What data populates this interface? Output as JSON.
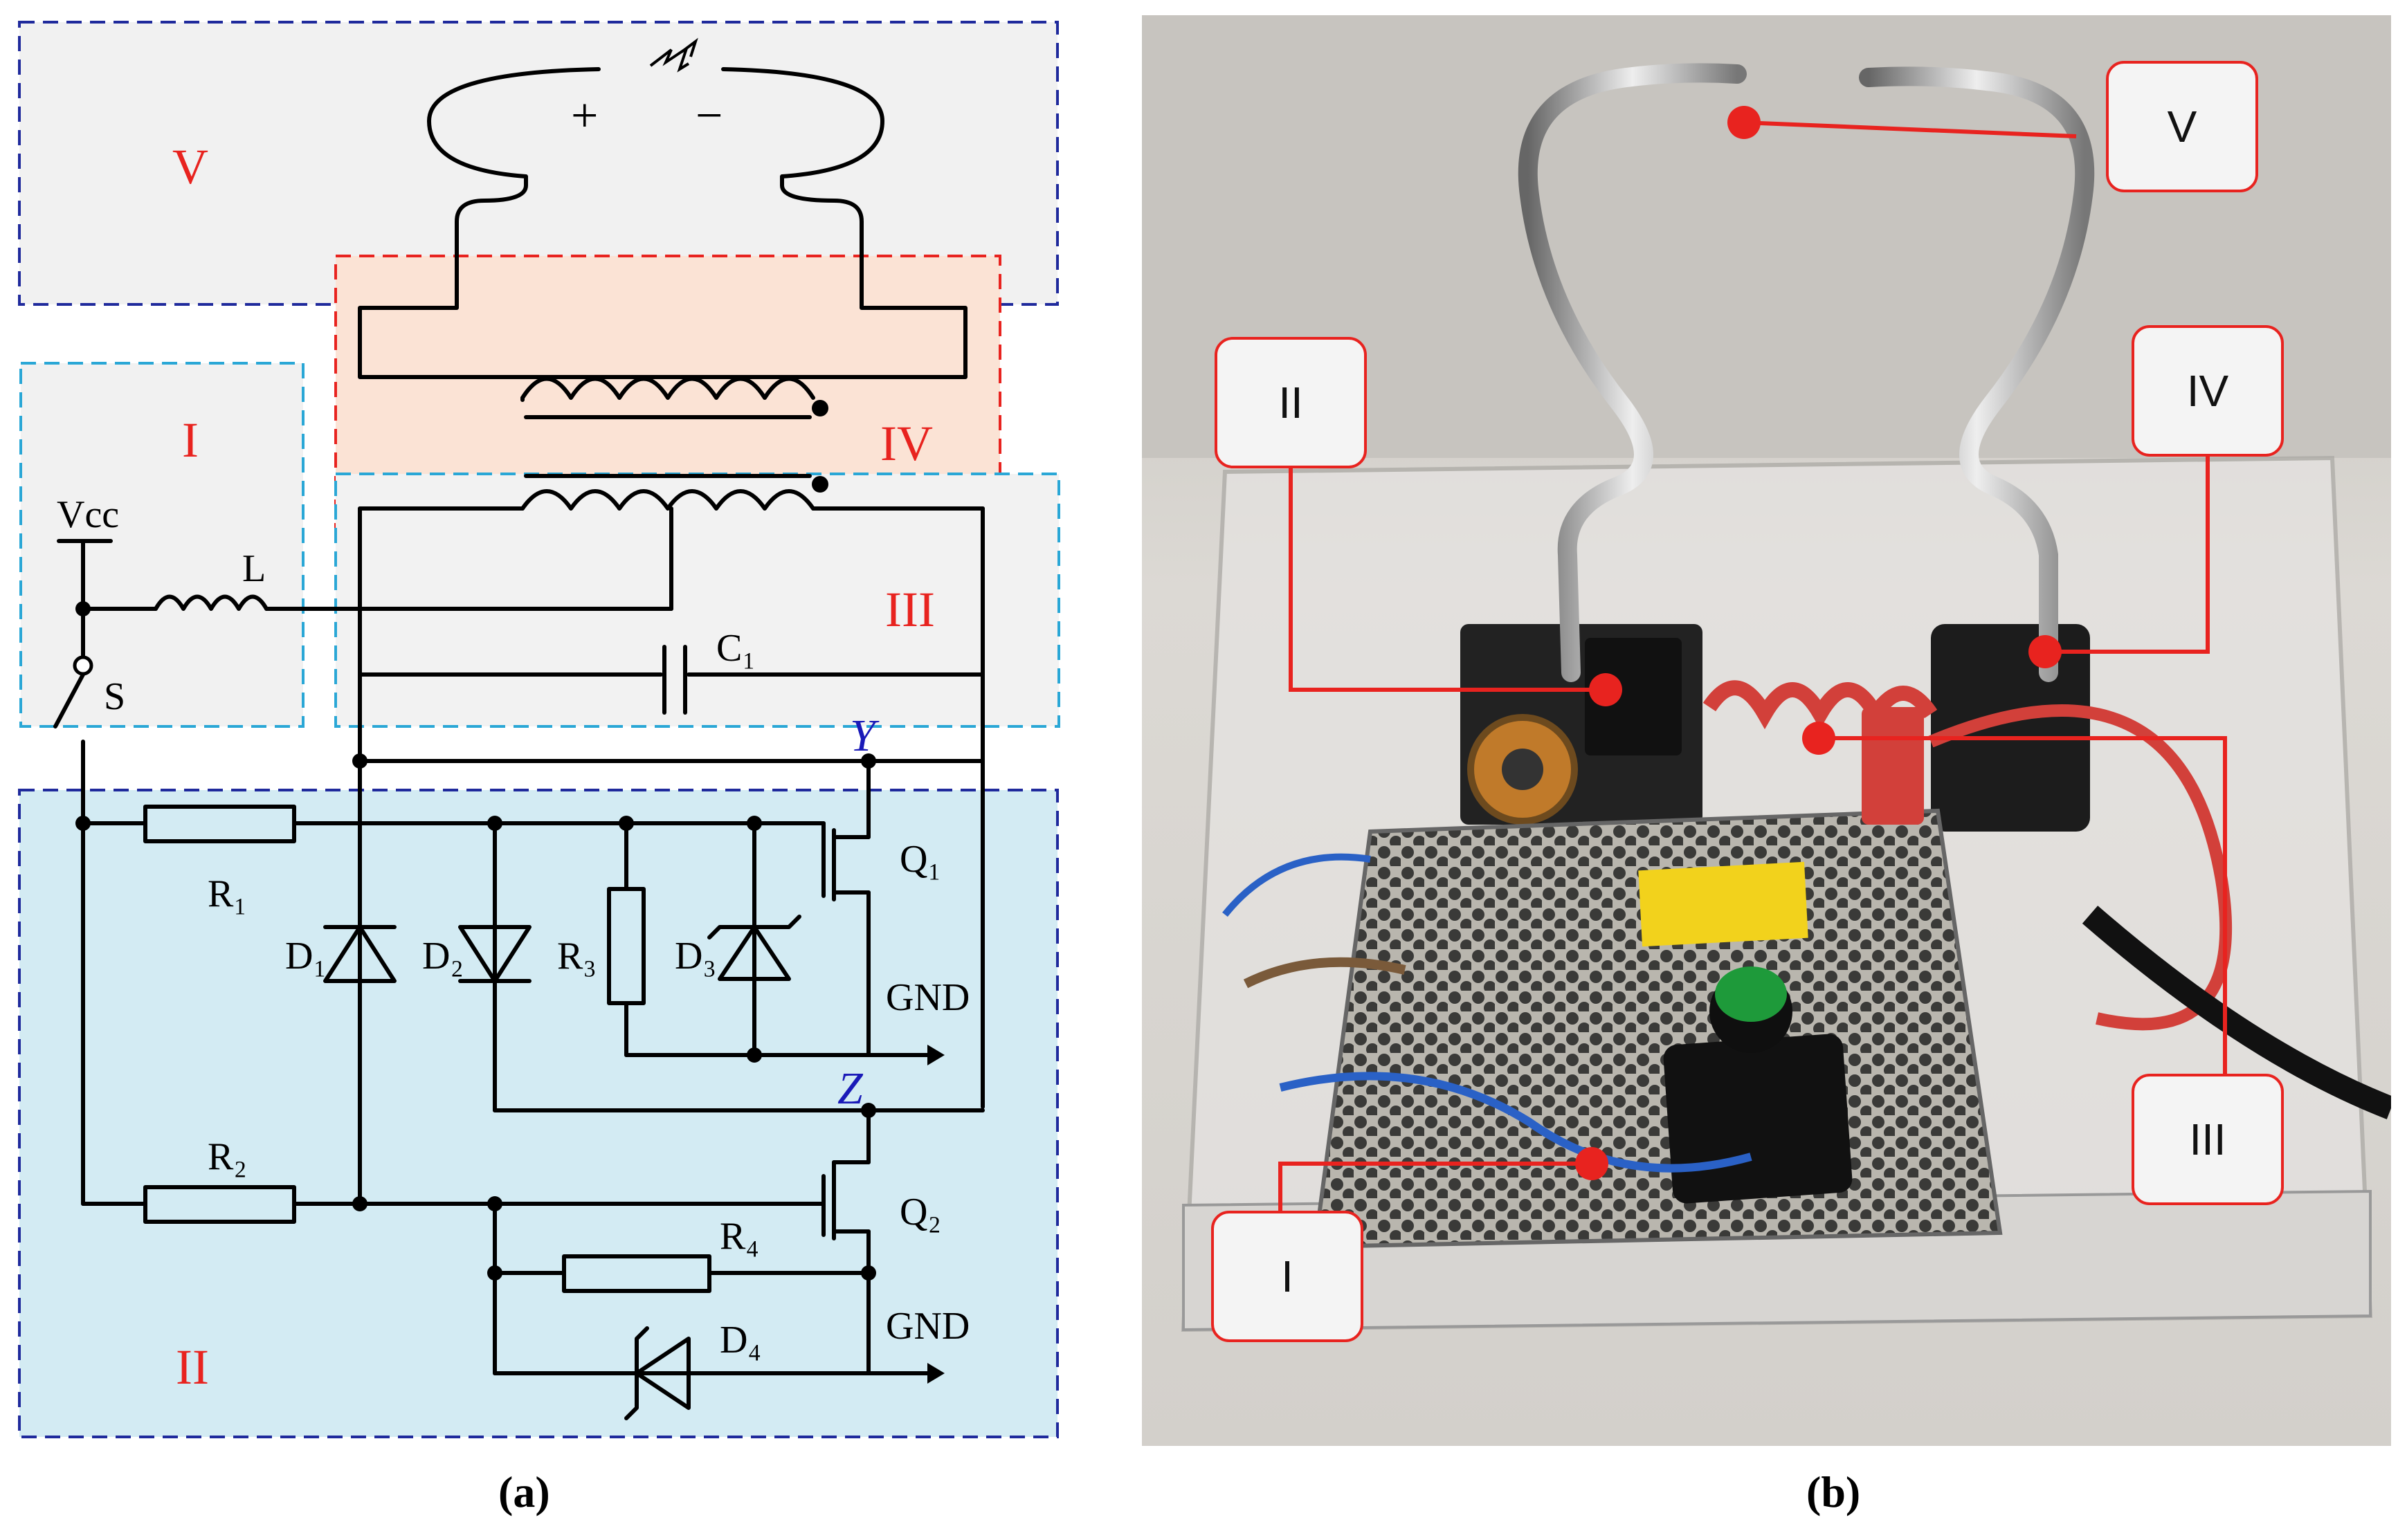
{
  "figure": {
    "caption_a": "(a)",
    "caption_b": "(b)"
  },
  "schematic": {
    "region_labels": [
      "V",
      "I",
      "IV",
      "III",
      "II"
    ],
    "components": {
      "vcc": "Vcc",
      "inductor": "L",
      "switch": "S",
      "capacitor": "C₁",
      "r1": "R₁",
      "r2": "R₂",
      "r3": "R₃",
      "r4": "R₄",
      "d1": "D₁",
      "d2": "D₂",
      "d3": "D₃",
      "d4": "D₄",
      "q1": "Q₁",
      "q2": "Q₂",
      "gnd1": "GND",
      "gnd2": "GND",
      "node_y": "Y",
      "node_z": "Z",
      "plus": "+",
      "minus": "−"
    }
  },
  "photo": {
    "callouts": [
      "V",
      "II",
      "IV",
      "III",
      "I"
    ]
  },
  "colors": {
    "label_red": "#e8231f",
    "region_blue_border": "#1f2a9c",
    "region_cyan_border": "#2aa7d6",
    "region_red_border": "#e8231f",
    "region_v_fill": "#f1f1f1",
    "region_i_fill": "#f1f1f1",
    "region_iv_fill": "#fbe3d5",
    "region_iii_fill": "#f2f2f2",
    "region_ii_fill": "#d3ebf3",
    "node_blue": "#1a1ab8"
  }
}
